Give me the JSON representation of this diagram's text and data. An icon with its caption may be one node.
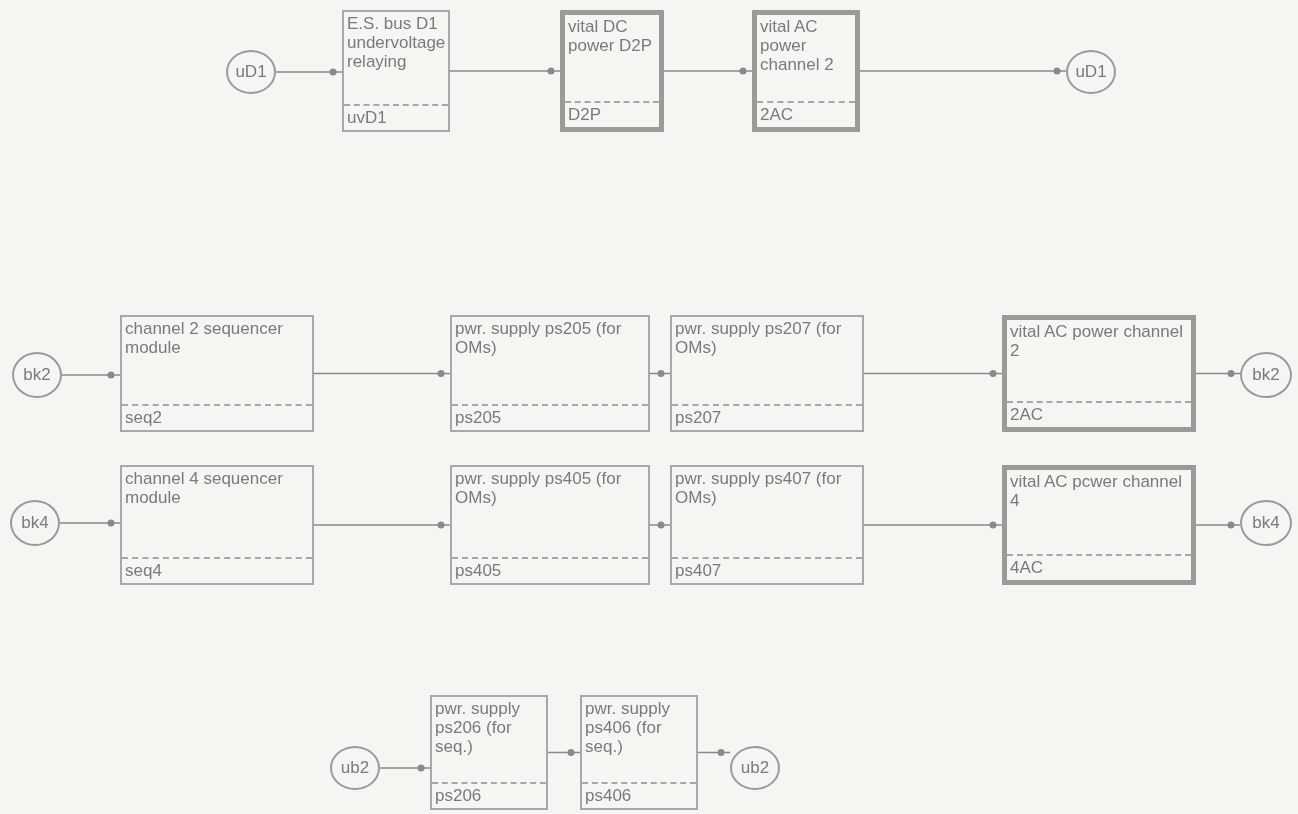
{
  "diagram": {
    "nodes": [
      {
        "text": [
          "uD1"
        ]
      },
      {
        "text": [
          "E.S. bus D1 undervoltage relaying",
          "uvD1"
        ]
      },
      {
        "text": [
          "vital DC power D2P",
          "D2P"
        ]
      },
      {
        "text": [
          "vital AC power channel 2",
          "2AC"
        ]
      },
      {
        "text": [
          "uD1"
        ]
      },
      {
        "text": [
          "bk2"
        ]
      },
      {
        "text": [
          "channel 2 sequencer module",
          "seq2"
        ]
      },
      {
        "text": [
          "pwr. supply ps205 (for OMs)",
          "ps205"
        ]
      },
      {
        "text": [
          "pwr. supply ps207 (for OMs)",
          "ps207"
        ]
      },
      {
        "text": [
          "vital AC power channel 2",
          "2AC"
        ]
      },
      {
        "text": [
          "bk2"
        ]
      },
      {
        "text": [
          "bk4"
        ]
      },
      {
        "text": [
          "channel 4 sequencer module",
          "seq4"
        ]
      },
      {
        "text": [
          "pwr. supply ps405 (for OMs)",
          "ps405"
        ]
      },
      {
        "text": [
          "pwr. supply ps407 (for OMs)",
          "ps407"
        ]
      },
      {
        "text": [
          "vital AC pcwer channel 4",
          "4AC"
        ]
      },
      {
        "text": [
          "bk4"
        ]
      },
      {
        "text": [
          "ub2"
        ]
      },
      {
        "text": [
          "pwr. supply ps206 (for seq.)",
          "ps206"
        ]
      },
      {
        "text": [
          "pwr. supply ps406 (for seq.)",
          "ps406"
        ]
      },
      {
        "text": [
          "ub2"
        ]
      }
    ],
    "edges": [
      {
        "from": 0,
        "to": 1,
        "arrow": "other"
      },
      {
        "from": 1,
        "to": 2,
        "arrow": "other"
      },
      {
        "from": 2,
        "to": 3,
        "arrow": "other"
      },
      {
        "from": 3,
        "to": 4,
        "arrow": "other"
      },
      {
        "from": 5,
        "to": 6,
        "arrow": "other"
      },
      {
        "from": 6,
        "to": 7,
        "arrow": "other"
      },
      {
        "from": 7,
        "to": 8,
        "arrow": "other"
      },
      {
        "from": 8,
        "to": 9,
        "arrow": "other"
      },
      {
        "from": 9,
        "to": 10,
        "arrow": "other"
      },
      {
        "from": 11,
        "to": 12,
        "arrow": "other"
      },
      {
        "from": 12,
        "to": 13,
        "arrow": "other"
      },
      {
        "from": 13,
        "to": 14,
        "arrow": "other"
      },
      {
        "from": 14,
        "to": 15,
        "arrow": "other"
      },
      {
        "from": 15,
        "to": 16,
        "arrow": "other"
      },
      {
        "from": 17,
        "to": 18,
        "arrow": "other"
      },
      {
        "from": 18,
        "to": 19,
        "arrow": "other"
      },
      {
        "from": 19,
        "to": 20,
        "arrow": "other"
      }
    ]
  }
}
